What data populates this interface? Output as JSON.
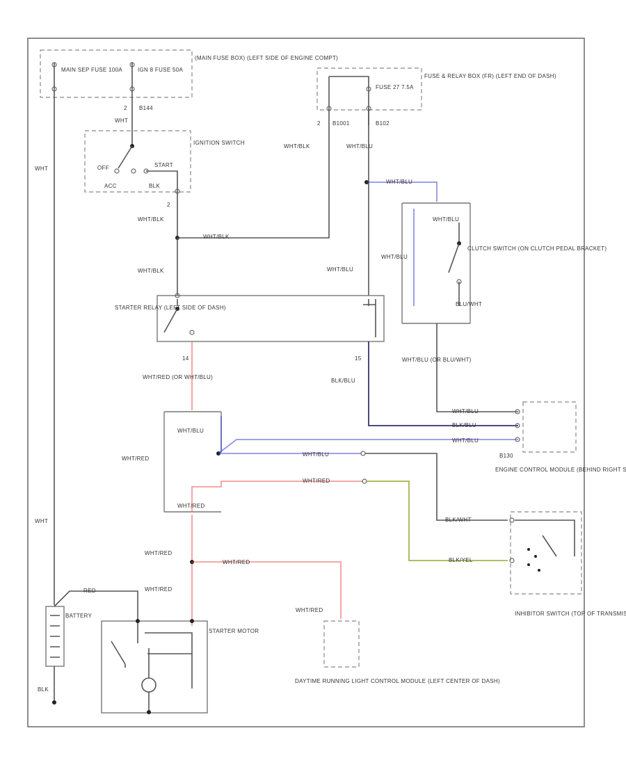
{
  "labels": {
    "main_fuse_box": "(MAIN FUSE BOX) (LEFT SIDE OF ENGINE COMPT)",
    "main_fuse_a": "MAIN SEP FUSE 100A",
    "main_fuse_b": "IGN 8 FUSE 50A",
    "fuse_relay_box": "FUSE & RELAY BOX (FR) (LEFT END OF DASH)",
    "fuse_27": "FUSE 27 7.5A",
    "ign_switch": "IGNITION SWITCH",
    "ign_off": "OFF",
    "ign_start": "START",
    "ign_acc": "ACC",
    "ign_blk": "BLK",
    "starter_relay": "STARTER RELAY (LEFT SIDE OF DASH)",
    "clutch_switch": "CLUTCH SWITCH (ON CLUTCH PEDAL BRACKET)",
    "ecm": "ENGINE CONTROL MODULE (BEHIND RIGHT SIDE OF DASH)",
    "inhibitor": "INHIBITOR SWITCH (TOP OF TRANSMISSION)",
    "battery": "BATTERY",
    "starter_motor": "STARTER MOTOR",
    "drl": "DAYTIME RUNNING LIGHT CONTROL MODULE (LEFT CENTER OF DASH)"
  },
  "wires": {
    "wht": "WHT",
    "wht_blk": "WHT/BLK",
    "wht_blu": "WHT/BLU",
    "wht_red": "WHT/RED",
    "wht_red_alt": "WHT/RED (OR WHT/BLU)",
    "blk_blu": "BLK/BLU",
    "blk_wht": "BLK/WHT",
    "blk_yel": "BLK/YEL",
    "blu_wht": "BLU/WHT",
    "wht_blu_alt": "WHT/BLU (OR BLU/WHT)",
    "red": "RED",
    "wht_blu_short": "WHT/BLU"
  },
  "pins": {
    "p2a": "2",
    "p2b": "2",
    "p2c": "2",
    "b144": "B144",
    "b1001": "B1001",
    "b102": "B102",
    "p14": "14",
    "p15": "15",
    "b130": "B130"
  },
  "colors": {
    "wire_default": "#555555",
    "wire_blue": "#3a3ad8",
    "wire_red": "#e83a3a",
    "wire_yellow": "#8a9a10"
  }
}
